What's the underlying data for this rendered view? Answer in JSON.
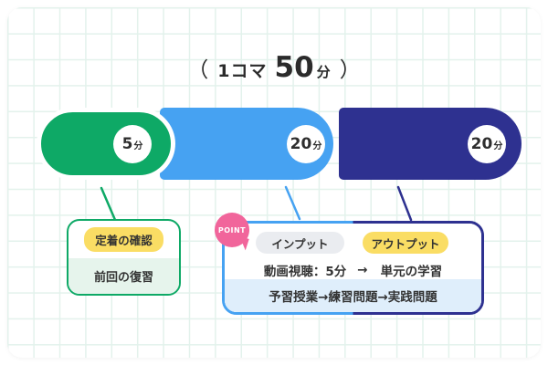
{
  "colors": {
    "green": "#0EA966",
    "blue": "#46A2F2",
    "navy": "#2E3190",
    "pink": "#F1659B",
    "yellow": "#FADD64",
    "badge_gray": "#EAECF0",
    "light_green": "#E6F4EC",
    "light_blue": "#DFEEFB",
    "grid_line": "#E3F2EC",
    "text_dark": "#333333"
  },
  "title": {
    "open_paren": "（",
    "label": "1コマ",
    "minutes": "50",
    "unit": "分",
    "close_paren": "）"
  },
  "timeline": {
    "segments": [
      {
        "minutes": "5",
        "unit": "分"
      },
      {
        "minutes": "20",
        "unit": "分"
      },
      {
        "minutes": "20",
        "unit": "分"
      }
    ]
  },
  "left_callout": {
    "badge": "定着の確認",
    "body": "前回の復習"
  },
  "right_callout": {
    "point": "POINT",
    "input_badge": "インプット",
    "output_badge": "アウトプット",
    "flow_from": "動画視聴：5分",
    "flow_arrow": "→",
    "flow_to": "単元の学習",
    "footer": "予習授業→練習問題→実践問題"
  }
}
